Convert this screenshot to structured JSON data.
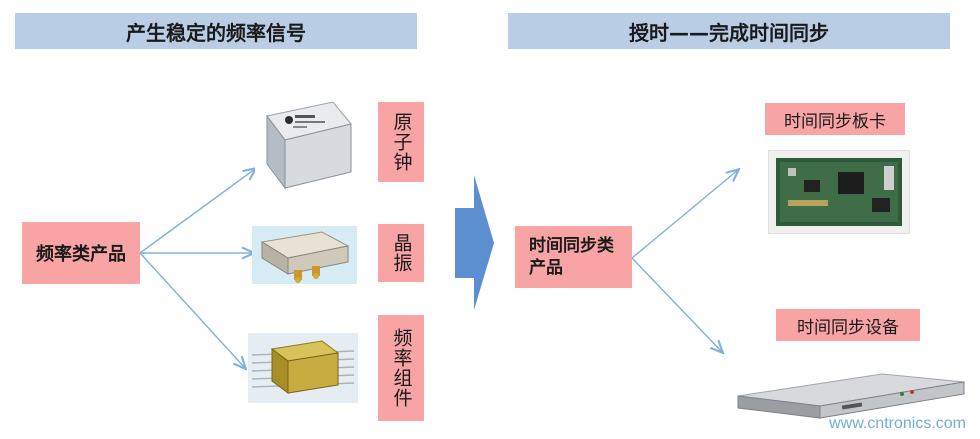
{
  "headers": {
    "left": "产生稳定的频率信号",
    "right": "授时——完成时间同步"
  },
  "left_source": "频率类产品",
  "left_targets": [
    "原子钟",
    "晶振",
    "频率组件"
  ],
  "right_source": "时间同步类产品",
  "right_targets": [
    "时间同步板卡",
    "时间同步设备"
  ],
  "watermark": "www.cntronics.com",
  "colors": {
    "header": "#b9cde5",
    "label": "#f8a4a4",
    "arrow": "#7fb0de",
    "big_arrow": "#5b8fcf"
  },
  "icons": [
    "atomic-clock-photo",
    "crystal-oscillator-photo",
    "frequency-module-photo",
    "sync-board-photo",
    "sync-device-photo"
  ]
}
